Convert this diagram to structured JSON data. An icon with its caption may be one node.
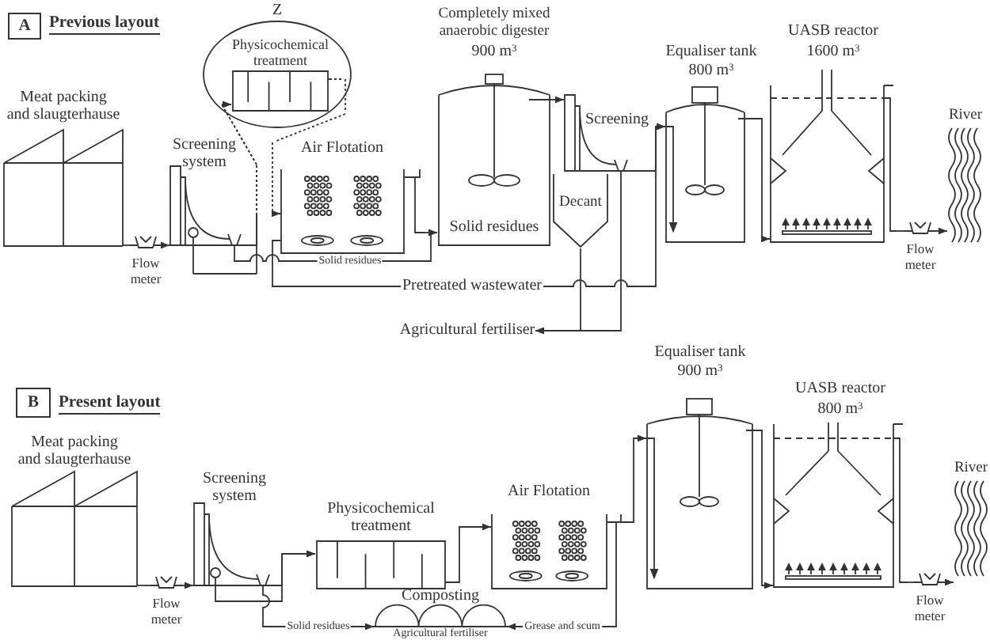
{
  "diagram": {
    "nodes": [
      {
        "text": [
          "A"
        ],
        "beside": [
          "Previous layout"
        ]
      },
      {
        "text": [
          "Meat packing and slaugterhause"
        ]
      },
      {
        "text": [
          "Flow meter"
        ]
      },
      {
        "text": [
          "Screening system"
        ]
      },
      {
        "text": [
          "Z"
        ]
      },
      {
        "text": [
          "Physicochemical treatment"
        ],
        "in": 4
      },
      {
        "text": [
          "Air Flotation"
        ]
      },
      {
        "text": [
          "Completely mixed anaerobic digester",
          "900 m$^{3}$",
          "Solid residues"
        ]
      },
      {
        "text": [
          "Screening"
        ]
      },
      {
        "text": [
          "Decant"
        ]
      },
      {
        "text": [
          "Equaliser tank",
          "800 m$^{3}$"
        ]
      },
      {
        "text": [
          "UASB reactor",
          "1600 m$^{3}$"
        ]
      },
      {
        "text": [
          "Flow meter"
        ]
      },
      {
        "text": [
          "River"
        ]
      },
      {
        "text": [
          "Agricultural fertiliser"
        ]
      },
      {
        "text": [
          "B"
        ],
        "beside": [
          "Present layout"
        ]
      },
      {
        "text": [
          "Meat packing and slaugterhause"
        ]
      },
      {
        "text": [
          "Flow meter"
        ]
      },
      {
        "text": [
          "Screening system"
        ]
      },
      {
        "text": [
          "Physicochemical treatment"
        ]
      },
      {
        "text": [
          "Air Flotation"
        ]
      },
      {
        "text": [
          "Equaliser tank",
          "900 m$^{3}$"
        ]
      },
      {
        "text": [
          "UASB reactor",
          "800 m$^{3}$"
        ]
      },
      {
        "text": [
          "Flow meter"
        ]
      },
      {
        "text": [
          "River"
        ]
      },
      {
        "text": [
          "Composting",
          "Agricultural fertiliser"
        ]
      }
    ],
    "edges": [
      {
        "from": 1,
        "to": 2,
        "arrow": "none"
      },
      {
        "from": 2,
        "to": 3,
        "arrow": "to"
      },
      {
        "from": 3,
        "to": 5,
        "arrow": "to",
        "style": "dashed"
      },
      {
        "from": 5,
        "to": 6,
        "arrow": "to",
        "style": "dashed"
      },
      {
        "from": 3,
        "to": 7,
        "arrow": "to",
        "label": "Solid residues"
      },
      {
        "from": 6,
        "to": 7,
        "arrow": "to"
      },
      {
        "from": 6,
        "to": 10,
        "arrow": "to",
        "label": "Pretreated wastewater"
      },
      {
        "from": 7,
        "to": 8,
        "arrow": "to"
      },
      {
        "from": 8,
        "to": 10,
        "arrow": "to"
      },
      {
        "from": 9,
        "to": 14,
        "arrow": "to"
      },
      {
        "from": 8,
        "to": 14,
        "arrow": "to"
      },
      {
        "from": 10,
        "to": 11,
        "arrow": "to"
      },
      {
        "from": 11,
        "to": 12,
        "arrow": "none"
      },
      {
        "from": 12,
        "to": 13,
        "arrow": "to"
      },
      {
        "from": 16,
        "to": 17,
        "arrow": "none"
      },
      {
        "from": 17,
        "to": 18,
        "arrow": "to"
      },
      {
        "from": 18,
        "to": 19,
        "arrow": "to"
      },
      {
        "from": 19,
        "to": 20,
        "arrow": "to"
      },
      {
        "from": 20,
        "to": 21,
        "arrow": "to"
      },
      {
        "from": 21,
        "to": 22,
        "arrow": "to"
      },
      {
        "from": 22,
        "to": 23,
        "arrow": "none"
      },
      {
        "from": 23,
        "to": 24,
        "arrow": "to"
      },
      {
        "from": 18,
        "to": 25,
        "arrow": "to",
        "label": "Solid residues"
      },
      {
        "from": 20,
        "to": 25,
        "arrow": "to",
        "label": "Grease and scum"
      },
      {
        "from": 3,
        "to": 5,
        "arrow": "to",
        "style": "dashed"
      },
      {
        "from": 18,
        "to": 19,
        "arrow": "to"
      }
    ]
  }
}
